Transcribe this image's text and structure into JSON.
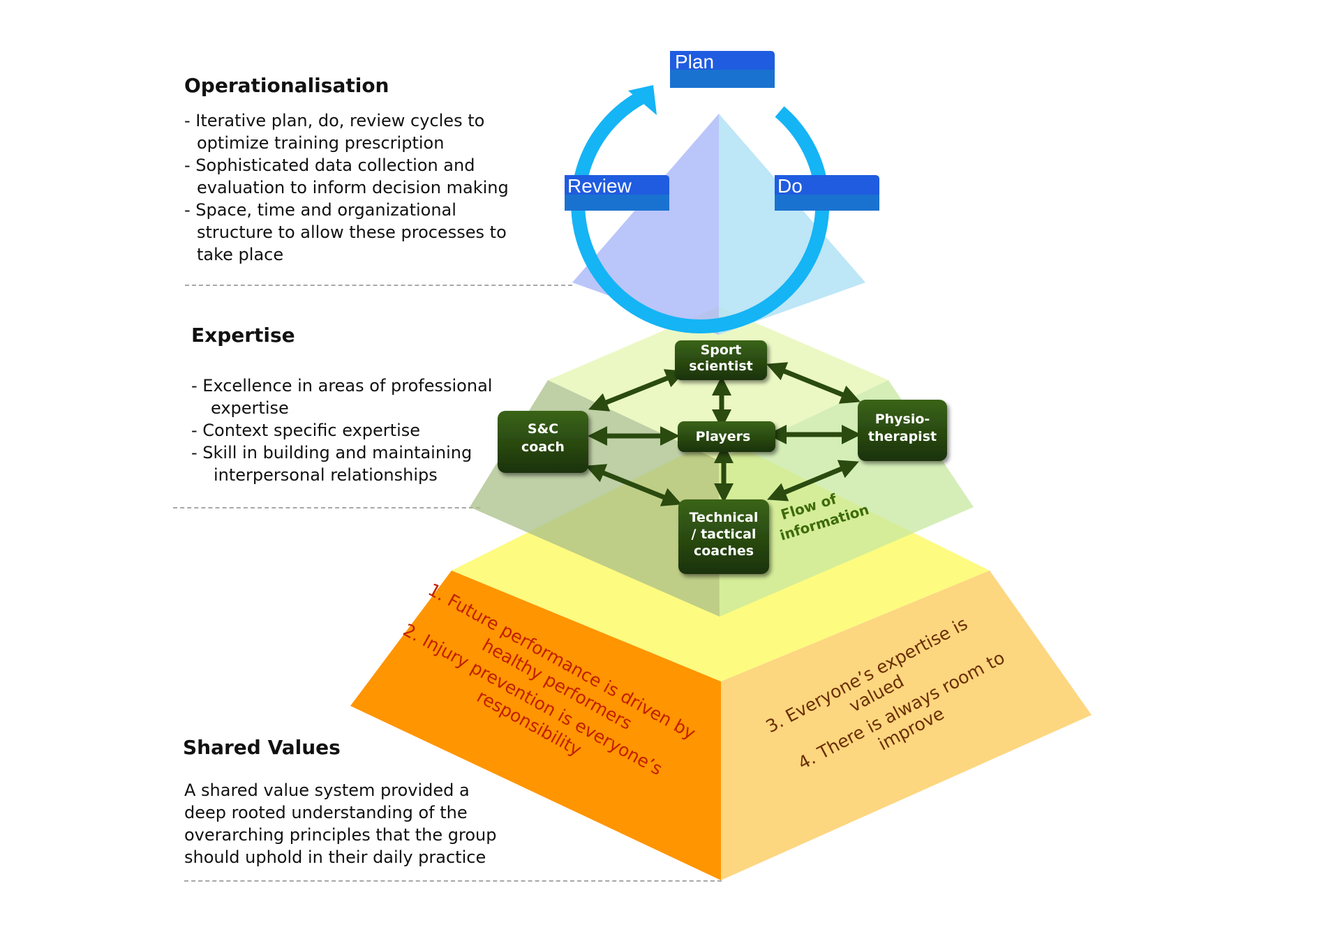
{
  "operationalisation": {
    "title": "Operationalisation",
    "items": [
      {
        "line1": "- Iterative plan, do, review cycles  to",
        "line2": "optimize training prescription"
      },
      {
        "line1": "- Sophisticated data collection and",
        "line2": "evaluation to inform decision making"
      },
      {
        "line1": "- Space, time and organizational",
        "line2": "structure to allow these processes to",
        "line3": "take place"
      }
    ]
  },
  "expertise": {
    "title": "Expertise",
    "items": [
      {
        "line1": "- Excellence in areas of professional",
        "line2": "expertise"
      },
      {
        "line1": "- Context specific expertise"
      },
      {
        "line1": "- Skill in building and maintaining",
        "line2": "interpersonal relationships"
      }
    ]
  },
  "shared_values": {
    "title": "Shared Values",
    "lines": [
      "A shared value system provided a",
      "deep rooted understanding of the",
      "overarching principles that the group",
      "should uphold in their daily practice"
    ]
  },
  "cycle": {
    "plan": "Plan",
    "do": "Do",
    "review": "Review"
  },
  "nodes": {
    "sport_scientist": [
      "Sport",
      "scientist"
    ],
    "players": [
      "Players"
    ],
    "sc_coach": [
      "S&C",
      "coach"
    ],
    "physio": [
      "Physio-",
      "therapist"
    ],
    "technical": [
      "Technical",
      "/ tactical",
      "coaches"
    ]
  },
  "flow_label": [
    "Flow of",
    "information"
  ],
  "values_left": [
    "1.  Future performance is driven by",
    "healthy performers",
    "2.  Injury prevention is everyone’s",
    "responsibility"
  ],
  "values_right": [
    "3. Everyone’s expertise is",
    "valued",
    "4. There is always room to",
    "improve"
  ],
  "colors": {
    "cycle_arrow": "#15b4f5",
    "label_box": "#1f5ce0",
    "node_fill": "#254410",
    "arrow_green": "#2a4a10",
    "flow_text": "#3e6b0a",
    "base_left": "#ff9500",
    "base_right": "#fdd680",
    "base_top": "#fdfb80",
    "values_left_text": "#c21f00",
    "values_right_text": "#6a2e00"
  }
}
